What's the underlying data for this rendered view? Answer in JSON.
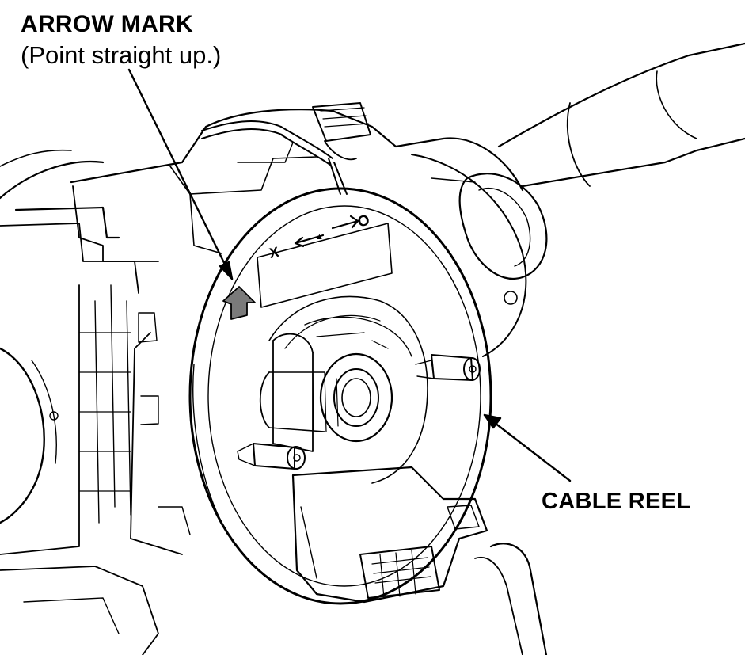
{
  "callouts": {
    "arrow_mark": {
      "title": "ARROW MARK",
      "instruction": "(Point straight up.)"
    },
    "cable_reel": {
      "title": "CABLE REEL"
    }
  },
  "reel_markings": {
    "left_symbol": "X",
    "center_symbol": "▲",
    "right_symbol": "O"
  },
  "colors": {
    "line": "#000000",
    "background": "#ffffff",
    "arrow_mark_fill": "#7a7a7a"
  }
}
